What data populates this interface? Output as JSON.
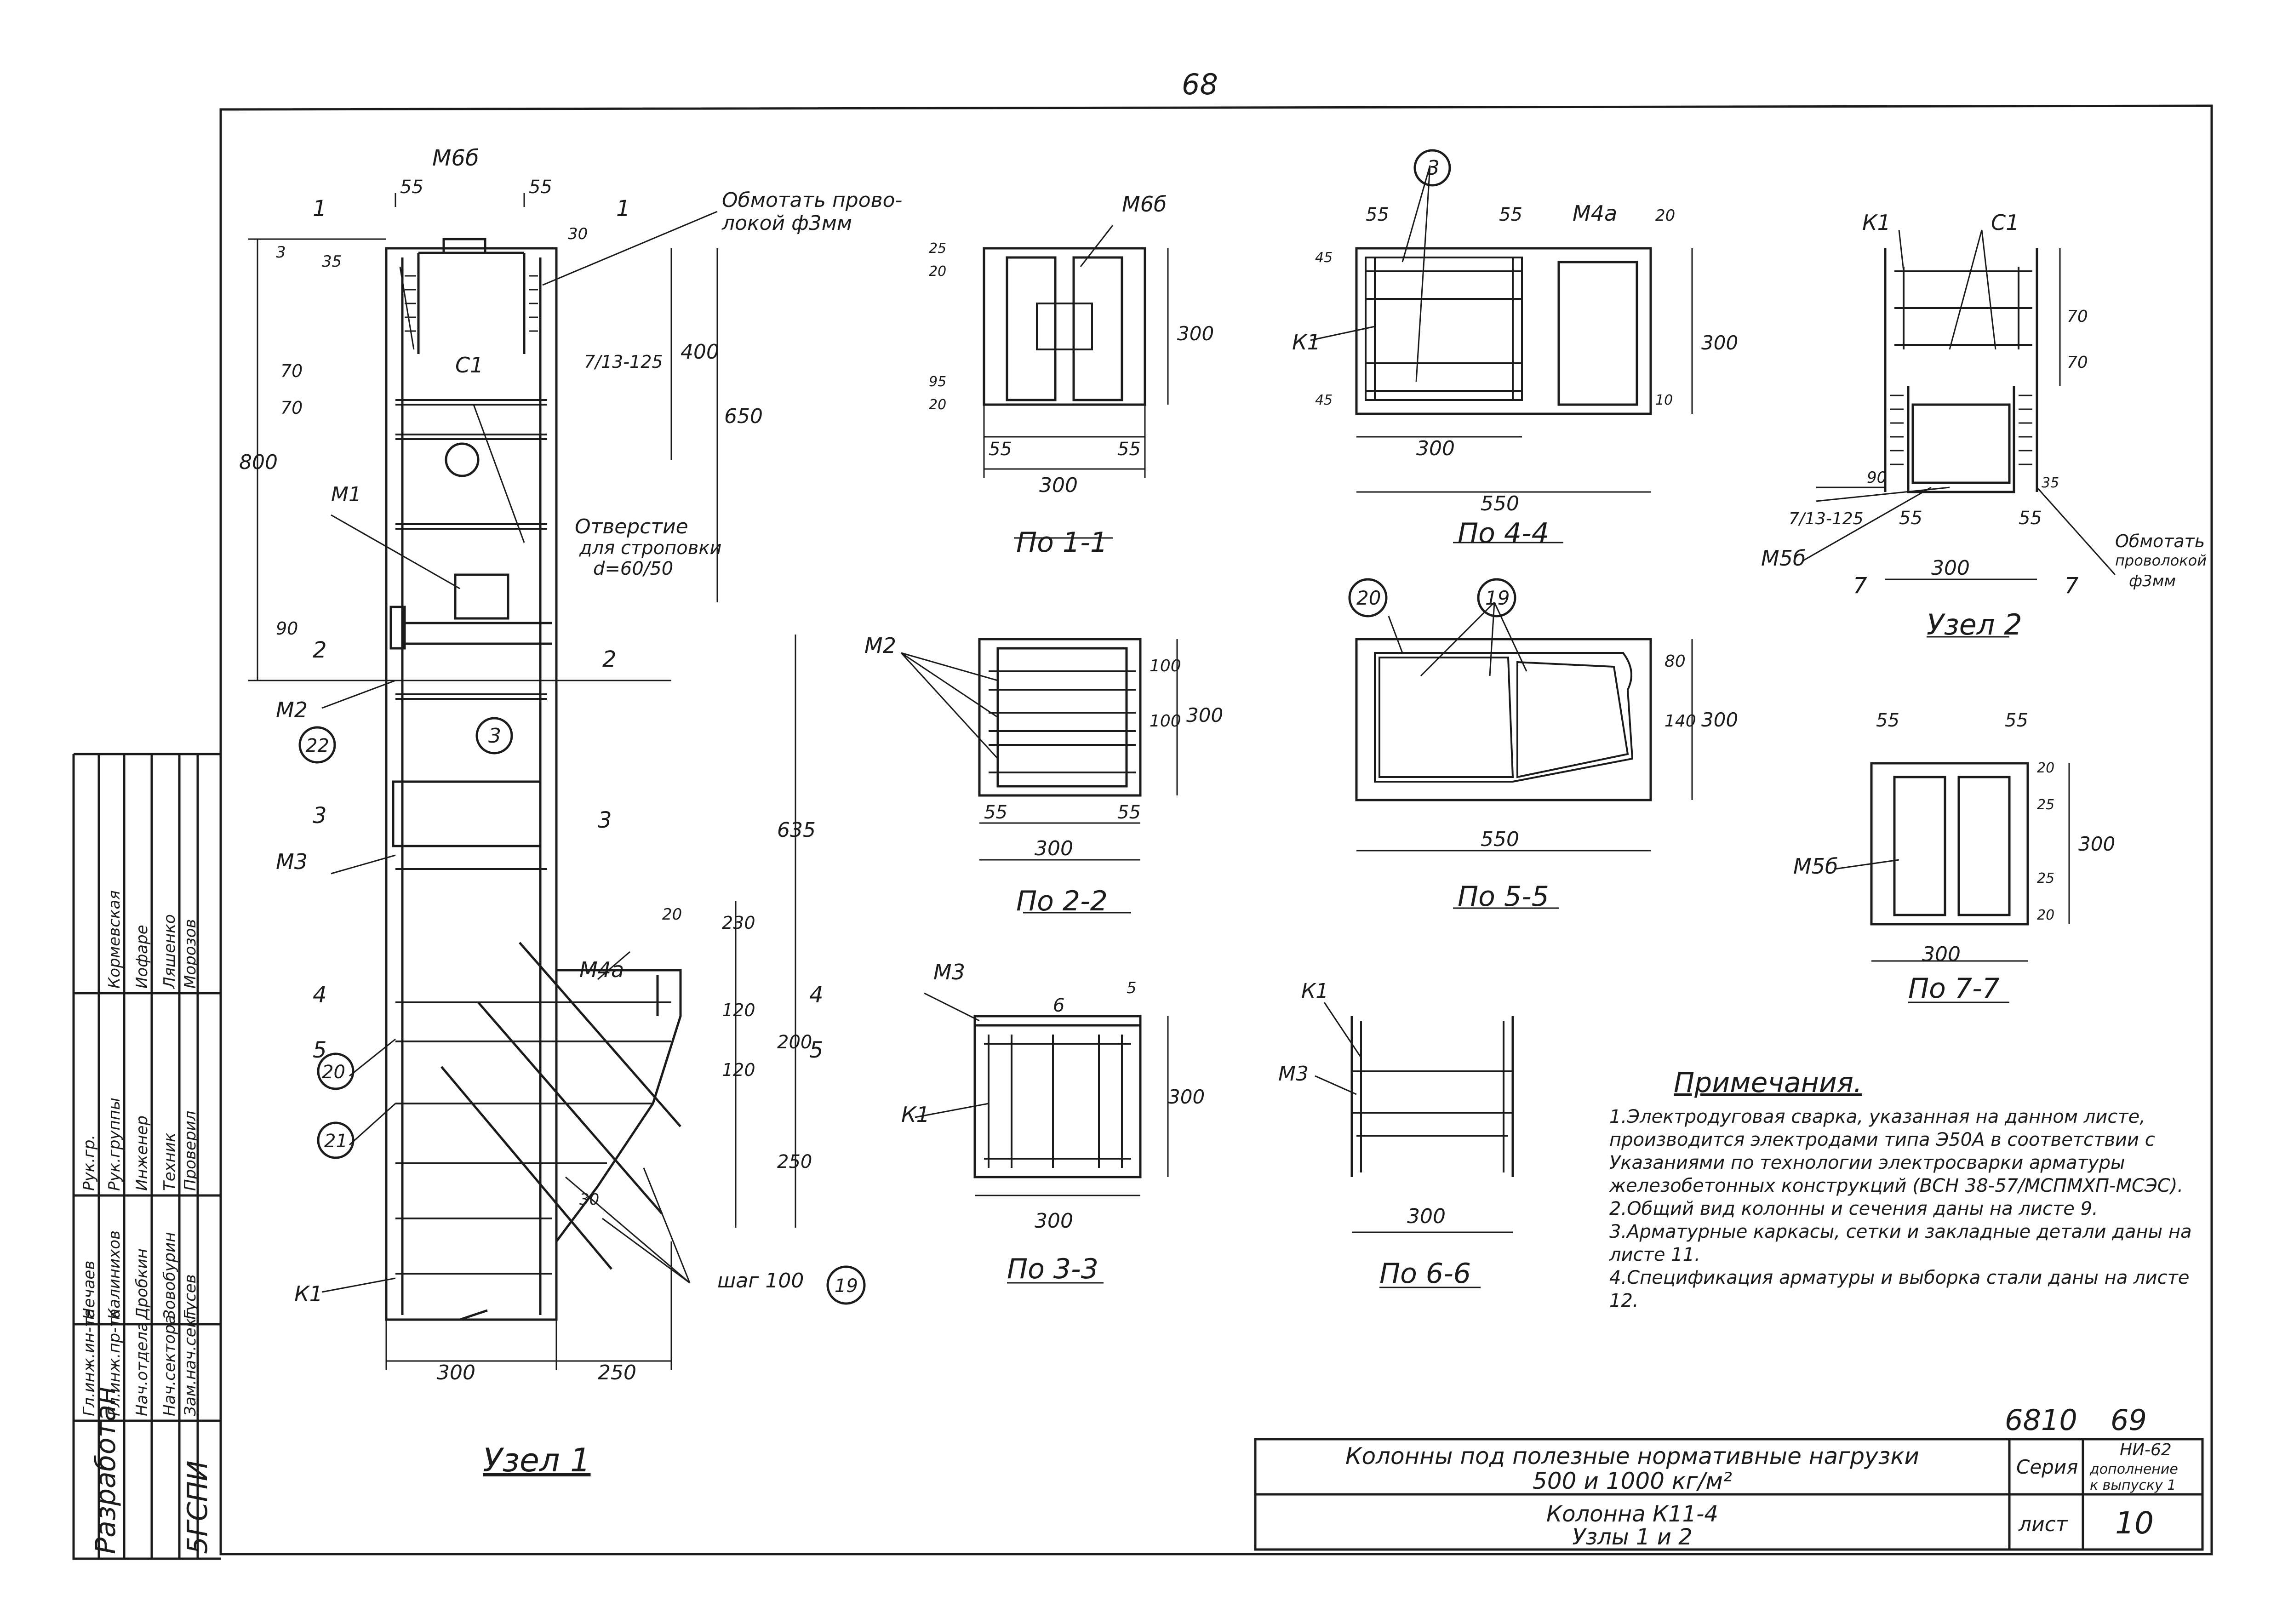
{
  "page_number": "68",
  "title_block": {
    "title_line1": "Колонны под полезные нормативные нагрузки",
    "title_line2": "500 и 1000 кг/м²",
    "sheet_title": "Колонна К11-4",
    "sheet_subtitle": "Узлы 1 и 2",
    "doc_number": "6810",
    "page_ref": "69",
    "series_label": "Серия",
    "series_value_1": "НИ-62",
    "series_value_2": "дополнение",
    "series_value_3": "к выпуску 1",
    "sheet_label": "лист",
    "sheet_number": "10",
    "org": "5ГСПИ",
    "developed": "Разработан"
  },
  "signatures": {
    "roles": [
      "Гл.инж.ин-та",
      "Гл.инж.пр-та",
      "Нач.отдела",
      "Нач.сектора",
      "Зам.нач.сект.",
      "Рук.гр.",
      "Рук.группы",
      "Инженер",
      "Техник",
      "Проверил"
    ],
    "names": [
      "Нечаев",
      "Калинихов",
      "Дробкин",
      "Зовобурин",
      "Гусев",
      "Кормевская",
      "Иофаре",
      "Ляшенко",
      "Морозов"
    ]
  },
  "views": {
    "node1": {
      "title": "Узел 1",
      "labels": {
        "m6b": "М6б",
        "c1": "С1",
        "m1": "М1",
        "m2": "М2",
        "m3": "М3",
        "m4a": "М4а",
        "k1": "К1",
        "wrap": "Обмотать прово-",
        "wrap2": "локой ф3мм",
        "hole": "Отверстие",
        "hole2": "для строповки",
        "hole3": "d=60/50",
        "step": "шаг 100",
        "ref_3": "3",
        "ref_19": "19",
        "ref_20": "20",
        "ref_21": "21",
        "ref_22": "22",
        "rebar": "7/13-125"
      },
      "dims": {
        "d55a": "55",
        "d55b": "55",
        "d3": "3",
        "d35": "35",
        "d30": "30",
        "d400": "400",
        "d650": "650",
        "d800": "800",
        "d70a": "70",
        "d70b": "70",
        "d90": "90",
        "d635": "635",
        "d230": "230",
        "d20": "20",
        "d120a": "120",
        "d120b": "120",
        "d200": "200",
        "d250": "250",
        "d30b": "30",
        "d300": "300",
        "d250b": "250"
      },
      "section_marks": [
        "1",
        "1",
        "2",
        "2",
        "3",
        "3",
        "4",
        "4",
        "5",
        "5"
      ]
    },
    "v11": {
      "title": "По 1-1",
      "m6b": "М6б",
      "d300": "300",
      "d55a": "55",
      "d55b": "55",
      "d300b": "300",
      "d25": "25",
      "d20": "20",
      "d95": "95",
      "d20b": "20"
    },
    "v22": {
      "title": "По 2-2",
      "m2": "М2",
      "d100a": "100",
      "d100b": "100",
      "d300": "300",
      "d55a": "55",
      "d55b": "55",
      "d300b": "300"
    },
    "v33": {
      "title": "По 3-3",
      "m3": "М3",
      "k1": "К1",
      "d5": "5",
      "d6": "6",
      "d300": "300",
      "d300b": "300"
    },
    "v44": {
      "title": "По 4-4",
      "m4a": "М4а",
      "k1": "К1",
      "d55a": "55",
      "d55b": "55",
      "d20": "20",
      "d300": "300",
      "d300b": "300",
      "d550": "550",
      "d45a": "45",
      "d45b": "45",
      "d10": "10",
      "ref": "3"
    },
    "v55": {
      "title": "По 5-5",
      "ref20": "20",
      "ref19": "19",
      "d80": "80",
      "d140": "140",
      "d300": "300",
      "d550": "550"
    },
    "v66": {
      "title": "По 6-6",
      "k1": "К1",
      "m3": "М3",
      "d300": "300"
    },
    "v77": {
      "title": "По 7-7",
      "m5b": "М5б",
      "d55a": "55",
      "d55b": "55",
      "d20a": "20",
      "d25a": "25",
      "d300": "300",
      "d25b": "25",
      "d20b": "20",
      "d300b": "300"
    },
    "node2": {
      "title": "Узел 2",
      "k1": "К1",
      "c1": "С1",
      "d70a": "70",
      "d70b": "70",
      "d90": "90",
      "rebar": "7/13-125",
      "m5b": "М5б",
      "d55a": "55",
      "d55b": "55",
      "d300": "300",
      "d35": "35",
      "wrap": "Обмотать",
      "wrap2": "проволокой",
      "wrap3": "ф3мм",
      "mark": "7"
    }
  },
  "notes": {
    "title": "Примечания.",
    "items": [
      "1.Электродуговая сварка, указанная на данном листе, производится электродами типа Э50А в соответствии с Указаниями по технологии электросварки арматуры железобетонных конструкций (ВСН 38-57/МСПМХП-МСЭС).",
      "2.Общий вид колонны и сечения даны на листе 9.",
      "3.Арматурные каркасы, сетки и закладные детали даны на листе 11.",
      "4.Спецификация арматуры и выборка стали даны на листе 12."
    ]
  }
}
